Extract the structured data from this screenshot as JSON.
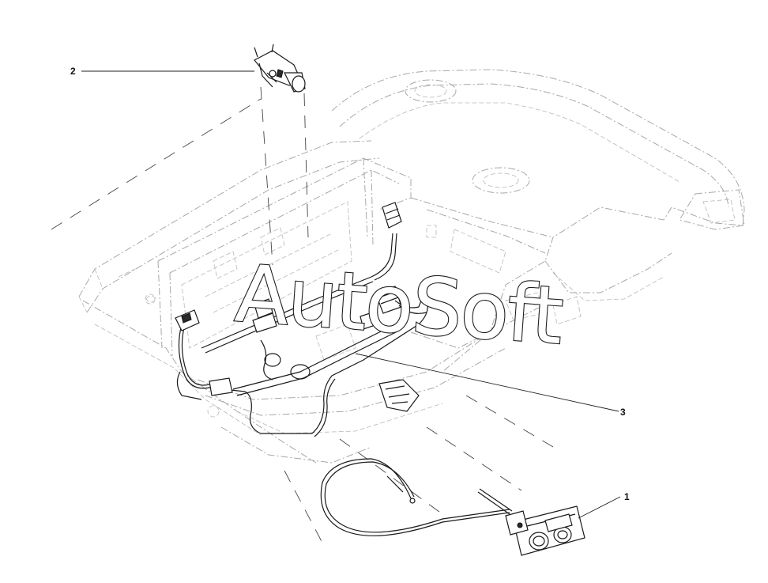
{
  "callouts": [
    {
      "id": "callout-1",
      "label": "1"
    },
    {
      "id": "callout-2",
      "label": "2"
    },
    {
      "id": "callout-3",
      "label": "3"
    }
  ],
  "watermark": {
    "text": "AutoSoft"
  }
}
